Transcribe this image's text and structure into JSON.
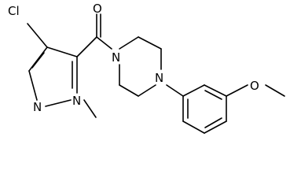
{
  "molecule": {
    "atoms": {
      "chlorine": "Cl",
      "carbonyl_oxygen": "O",
      "pyrazole_n2": "N",
      "pyrazole_n1": "N",
      "piperazine_n1": "N",
      "piperazine_n4": "N",
      "ether_oxygen": "O"
    }
  },
  "colors": {
    "ink": "#000000",
    "background": "#ffffff"
  }
}
